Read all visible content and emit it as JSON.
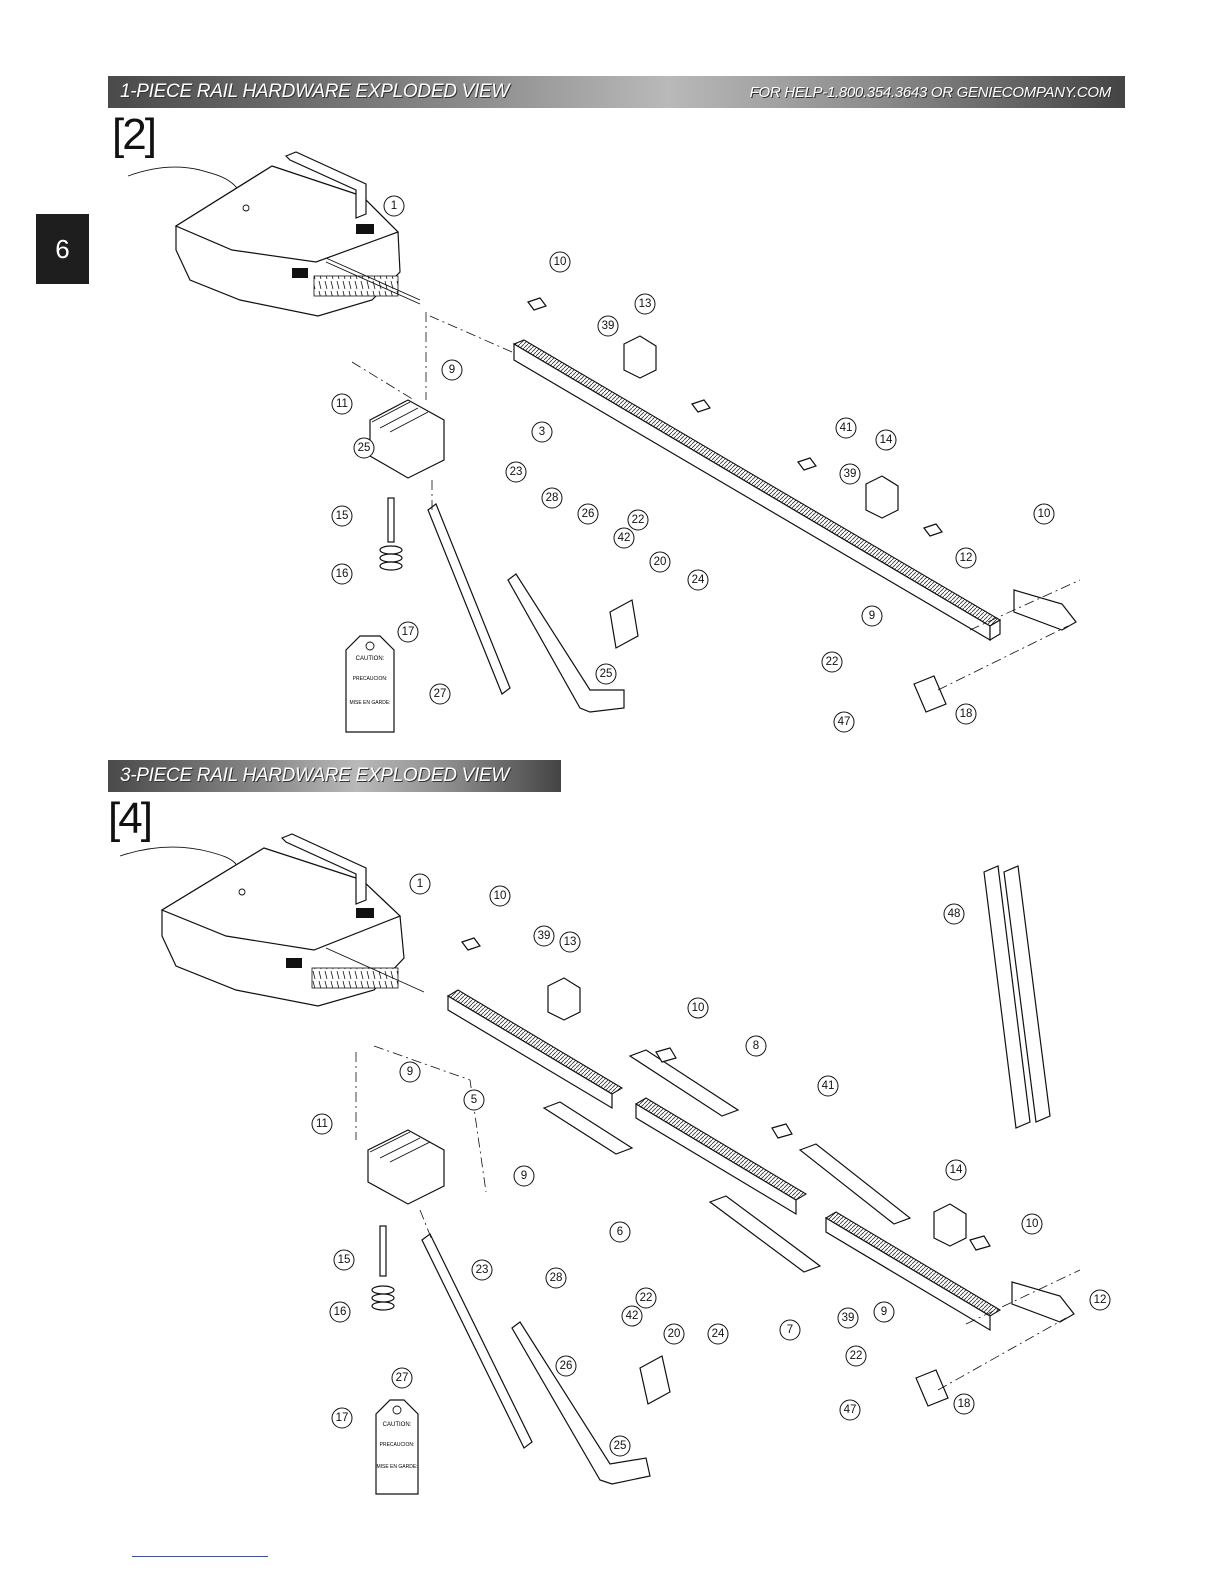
{
  "banners": {
    "top_title": "1-PIECE RAIL HARDWARE EXPLODED VIEW",
    "top_help": "FOR HELP-1.800.354.3643 OR GENIECOMPANY.COM",
    "bottom_title": "3-PIECE RAIL HARDWARE EXPLODED VIEW"
  },
  "figures": {
    "fig1_label": "[2]",
    "fig2_label": "[4]"
  },
  "page_tab": "6",
  "tag_text": {
    "caution": "CAUTION:",
    "precaucion": "PRECAUCION:",
    "mise": "MISE EN GARDE:"
  },
  "diagram1_callouts": [
    "1",
    "10",
    "13",
    "39",
    "9",
    "3",
    "11",
    "25",
    "41",
    "14",
    "39",
    "23",
    "28",
    "26",
    "22",
    "42",
    "20",
    "24",
    "10",
    "15",
    "12",
    "16",
    "17",
    "9",
    "25",
    "22",
    "27",
    "18",
    "47"
  ],
  "diagram2_callouts": [
    "1",
    "10",
    "39",
    "13",
    "48",
    "10",
    "8",
    "9",
    "5",
    "41",
    "11",
    "9",
    "6",
    "14",
    "10",
    "15",
    "23",
    "28",
    "22",
    "42",
    "20",
    "24",
    "7",
    "39",
    "9",
    "12",
    "16",
    "27",
    "26",
    "22",
    "17",
    "25",
    "47",
    "18"
  ]
}
